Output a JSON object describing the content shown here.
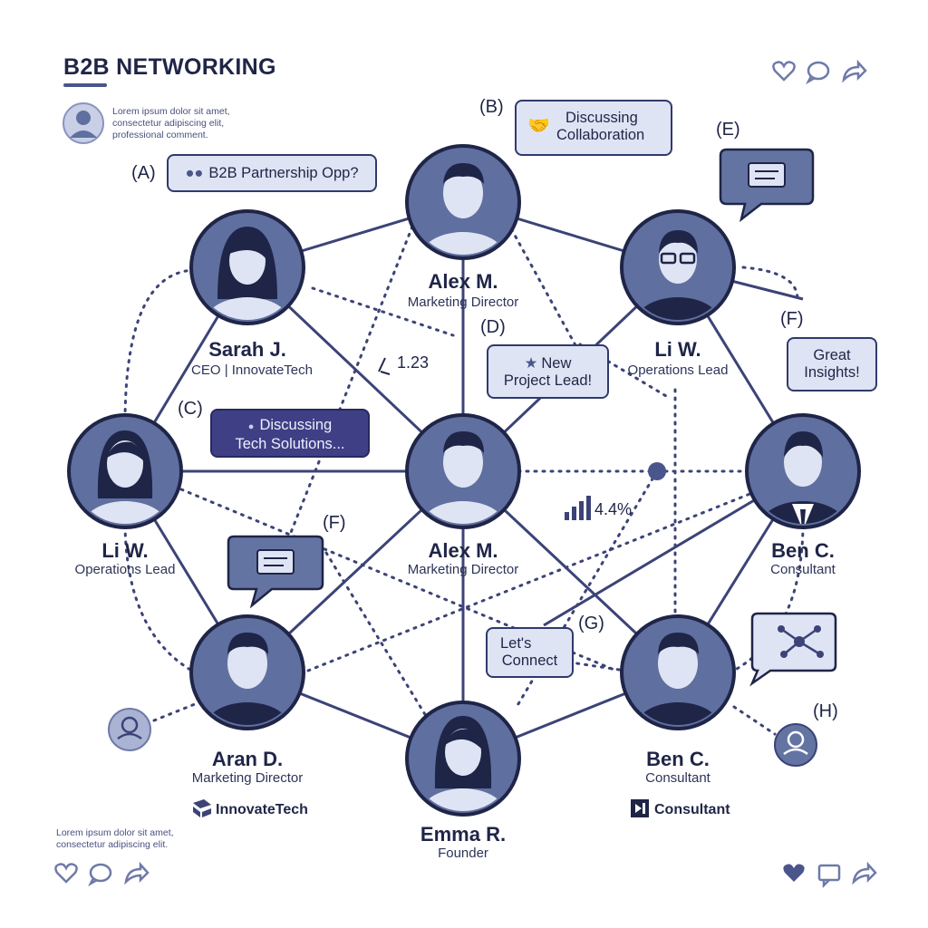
{
  "header": {
    "title": "B2B NETWORKING"
  },
  "top_post": {
    "text_line1": "Lorem ipsum dolor sit amet,",
    "text_line2": "consectetur adipiscing elit,",
    "text_line3": "professional comment."
  },
  "bottom_post": {
    "text_line1": "Lorem ipsum dolor sit amet,",
    "text_line2": "consectetur adipiscing elit."
  },
  "people": [
    {
      "name": "Alex M.",
      "role": "Marketing Director"
    },
    {
      "name": "Sarah J.",
      "role": "CEO | InnovateTech"
    },
    {
      "name": "Li W.",
      "role": "Operations Lead"
    },
    {
      "name": "Li W.",
      "role": "Operations Lead"
    },
    {
      "name": "Alex M.",
      "role": "Marketing Director"
    },
    {
      "name": "Ben C.",
      "role": "Consultant"
    },
    {
      "name": "Aran D.",
      "role": "Marketing Director"
    },
    {
      "name": "Emma R.",
      "role": "Founder"
    },
    {
      "name": "Ben C.",
      "role": "Consultant"
    }
  ],
  "labels": {
    "a": "(A)",
    "b": "(B)",
    "c": "(C)",
    "d": "(D)",
    "e": "(E)",
    "f1": "(F)",
    "f2": "(F)",
    "g": "(G)",
    "h": "(H)"
  },
  "bubbles": {
    "a": "B2B Partnership Opp?",
    "b_line1": "Discussing",
    "b_line2": "Collaboration",
    "c_line1": "Discussing",
    "c_line2": "Tech Solutions...",
    "d_line1": "New",
    "d_line2": "Project Lead!",
    "f_line1": "Great",
    "f_line2": "Insights!",
    "g_line1": "Let's",
    "g_line2": "Connect"
  },
  "stats": {
    "count": "1.23",
    "growth": "4.4%"
  },
  "brands": {
    "innovatetech": "InnovateTech",
    "consultant": "Consultant"
  },
  "colors": {
    "navy": "#1f2547",
    "avatar_bg": "#5f6f9f",
    "line": "#3c4377",
    "bubble_fill": "#dfe4f4",
    "accent_purple": "#3f3f86"
  }
}
